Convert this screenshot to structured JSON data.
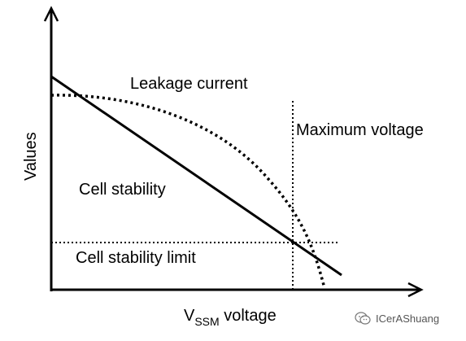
{
  "diagram": {
    "y_axis_label": "Values",
    "x_axis_label_main": "V",
    "x_axis_label_sub": "SSM",
    "x_axis_label_rest": " voltage",
    "label_leakage": "Leakage current",
    "label_max_voltage": "Maximum voltage",
    "label_cell_stability": "Cell stability",
    "label_stability_limit": "Cell stability limit",
    "curves": {
      "cell_stability": "solid straight line, decreasing",
      "leakage_current": "dotted curve, decreasing",
      "maximum_voltage": "vertical dotted line",
      "cell_stability_limit": "horizontal dotted line"
    }
  },
  "watermark": {
    "text": "ICerAShuang",
    "icon": "wechat-icon"
  }
}
